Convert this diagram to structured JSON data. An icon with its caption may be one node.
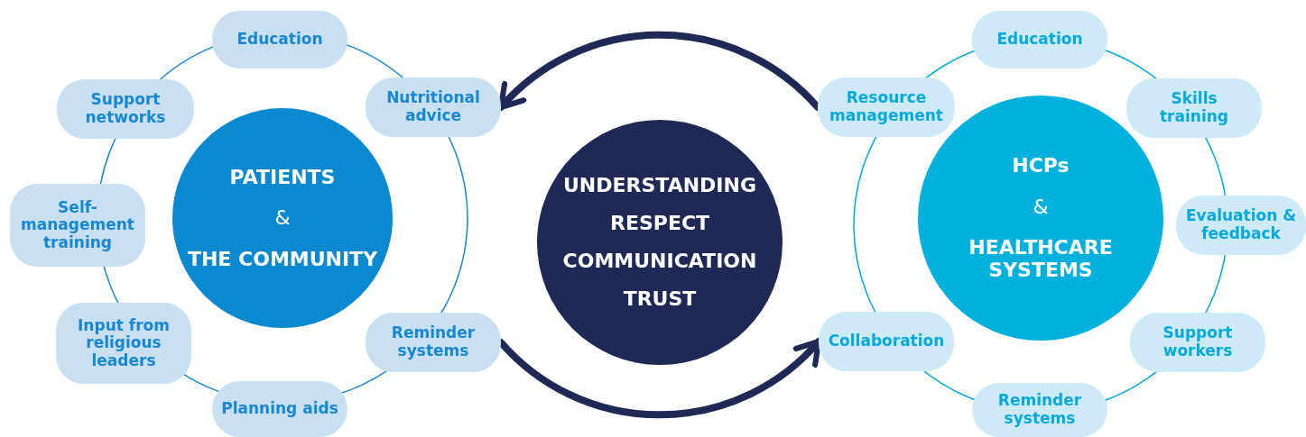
{
  "diagram": {
    "nodes": [
      {
        "text": [
          "PATIENTS",
          "&",
          "THE COMMUNITY"
        ]
      },
      {
        "text": [
          "Education"
        ]
      },
      {
        "text": [
          "Support networks"
        ]
      },
      {
        "text": [
          "Nutritional advice"
        ]
      },
      {
        "text": [
          "Self-management training"
        ]
      },
      {
        "text": [
          "Input from religious leaders"
        ]
      },
      {
        "text": [
          "Reminder systems"
        ]
      },
      {
        "text": [
          "Planning aids"
        ]
      },
      {
        "text": [
          "UNDERSTANDING",
          "RESPECT",
          "COMMUNICATION",
          "TRUST"
        ]
      },
      {
        "text": [
          "HCPs",
          "&",
          "HEALTHCARE SYSTEMS"
        ]
      },
      {
        "text": [
          "Education"
        ]
      },
      {
        "text": [
          "Resource management"
        ]
      },
      {
        "text": [
          "Skills training"
        ]
      },
      {
        "text": [
          "Evaluation & feedback"
        ]
      },
      {
        "text": [
          "Collaboration"
        ]
      },
      {
        "text": [
          "Support workers"
        ]
      },
      {
        "text": [
          "Reminder systems"
        ]
      }
    ],
    "edges": [
      {
        "from": 11,
        "to": 3,
        "arrow": "to"
      },
      {
        "from": 6,
        "to": 14,
        "arrow": "to"
      }
    ]
  }
}
